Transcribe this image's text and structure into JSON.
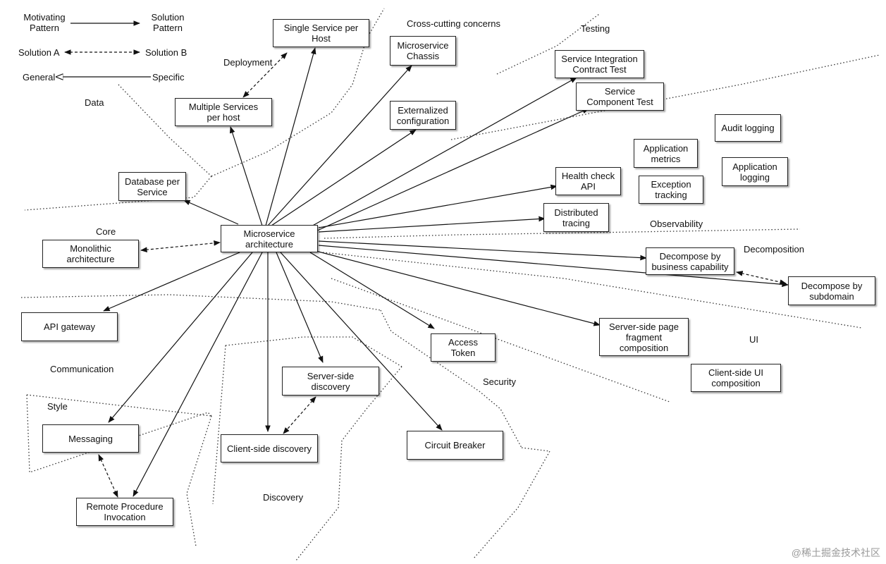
{
  "legend": {
    "motivating": "Motivating\nPattern",
    "solution": "Solution\nPattern",
    "solution_a": "Solution A",
    "solution_b": "Solution B",
    "general": "General",
    "specific": "Specific"
  },
  "regions": {
    "deployment": "Deployment",
    "cross_cutting": "Cross-cutting concerns",
    "testing": "Testing",
    "data": "Data",
    "core": "Core",
    "observability": "Observability",
    "decomposition": "Decomposition",
    "ui": "UI",
    "communication": "Communication",
    "style": "Style",
    "security": "Security",
    "discovery": "Discovery"
  },
  "boxes": {
    "single_service": "Single Service per\nHost",
    "multiple_services": "Multiple Services\nper host",
    "chassis": "Microservice\nChassis",
    "externalized": "Externalized\nconfiguration",
    "integration_test": "Service Integration\nContract Test",
    "component_test": "Service\nComponent Test",
    "audit_logging": "Audit logging",
    "app_metrics": "Application\nmetrics",
    "app_logging": "Application\nlogging",
    "health_check": "Health check\nAPI",
    "exception_tracking": "Exception\ntracking",
    "distributed_tracing": "Distributed\ntracing",
    "database_per_service": "Database per\nService",
    "microservice": "Microservice\narchitecture",
    "monolithic": "Monolithic\narchitecture",
    "decompose_business": "Decompose by\nbusiness capability",
    "decompose_subdomain": "Decompose by\nsubdomain",
    "api_gateway": "API gateway",
    "server_side_page": "Server-side page\nfragment\ncomposition",
    "access_token": "Access Token",
    "server_side_discovery": "Server-side\ndiscovery",
    "client_side_ui": "Client-side  UI\ncomposition",
    "messaging": "Messaging",
    "client_side_discovery": "Client-side discovery",
    "circuit_breaker": "Circuit Breaker",
    "rpi": "Remote Procedure\nInvocation"
  },
  "watermark": "@稀土掘金技术社区"
}
